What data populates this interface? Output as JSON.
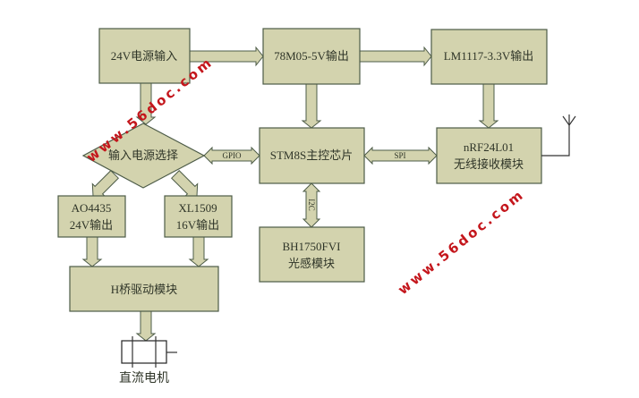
{
  "nodes": {
    "power_input": "24V电源输入",
    "reg_5v": "78M05-5V输出",
    "reg_3v3": "LM1117-3.3V输出",
    "power_select": "输入电源选择",
    "mcu": "STM8S主控芯片",
    "rf_line1": "nRF24L01",
    "rf_line2": "无线接收模块",
    "ao_line1": "AO4435",
    "ao_line2": "24V输出",
    "xl_line1": "XL1509",
    "xl_line2": "16V输出",
    "light_line1": "BH1750FVI",
    "light_line2": "光感模块",
    "hbridge": "H桥驱动模块",
    "motor": "直流电机"
  },
  "links": {
    "gpio": "GPIO",
    "spi": "SPI",
    "i2c": "I2C"
  },
  "watermark": "www.56doc.com",
  "colors": {
    "box_fill": "#d3d3ae",
    "box_stroke": "#4d5c48",
    "watermark": "#c4161c"
  }
}
